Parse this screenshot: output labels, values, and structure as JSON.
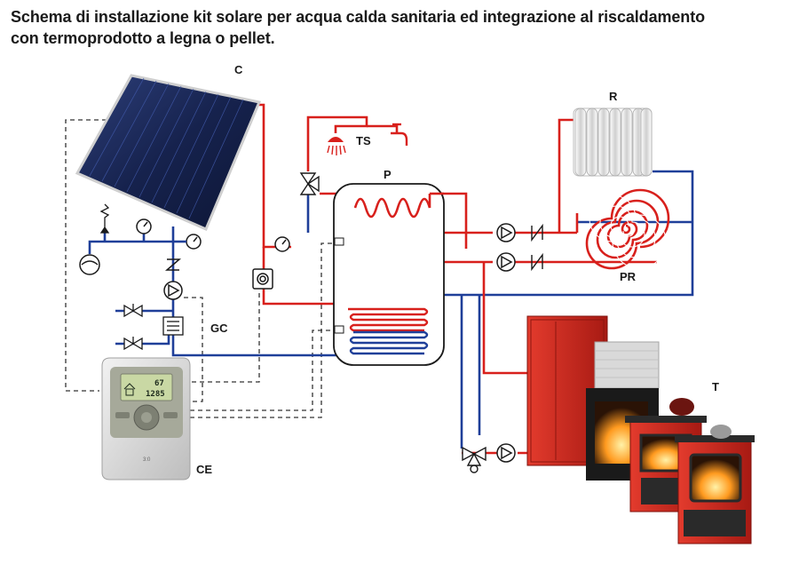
{
  "title": {
    "line1": "Schema di installazione kit solare per acqua calda sanitaria ed integrazione al riscaldamento",
    "line2": "con termoprodotto a legna o pellet."
  },
  "labels": {
    "collector": "C",
    "hot_water_tap": "TS",
    "storage_tank": "P",
    "radiator": "R",
    "floor_heating": "PR",
    "pump_group": "GC",
    "controller": "CE",
    "stove": "T"
  },
  "controller_display": {
    "line1": "67",
    "line2": "1285"
  },
  "colors": {
    "hot_pipe": "#d8201c",
    "cold_pipe": "#1f3f99",
    "signal_wire": "#333333",
    "collector_panel": "#1b2a5c",
    "stove_body": "#c7261c"
  }
}
